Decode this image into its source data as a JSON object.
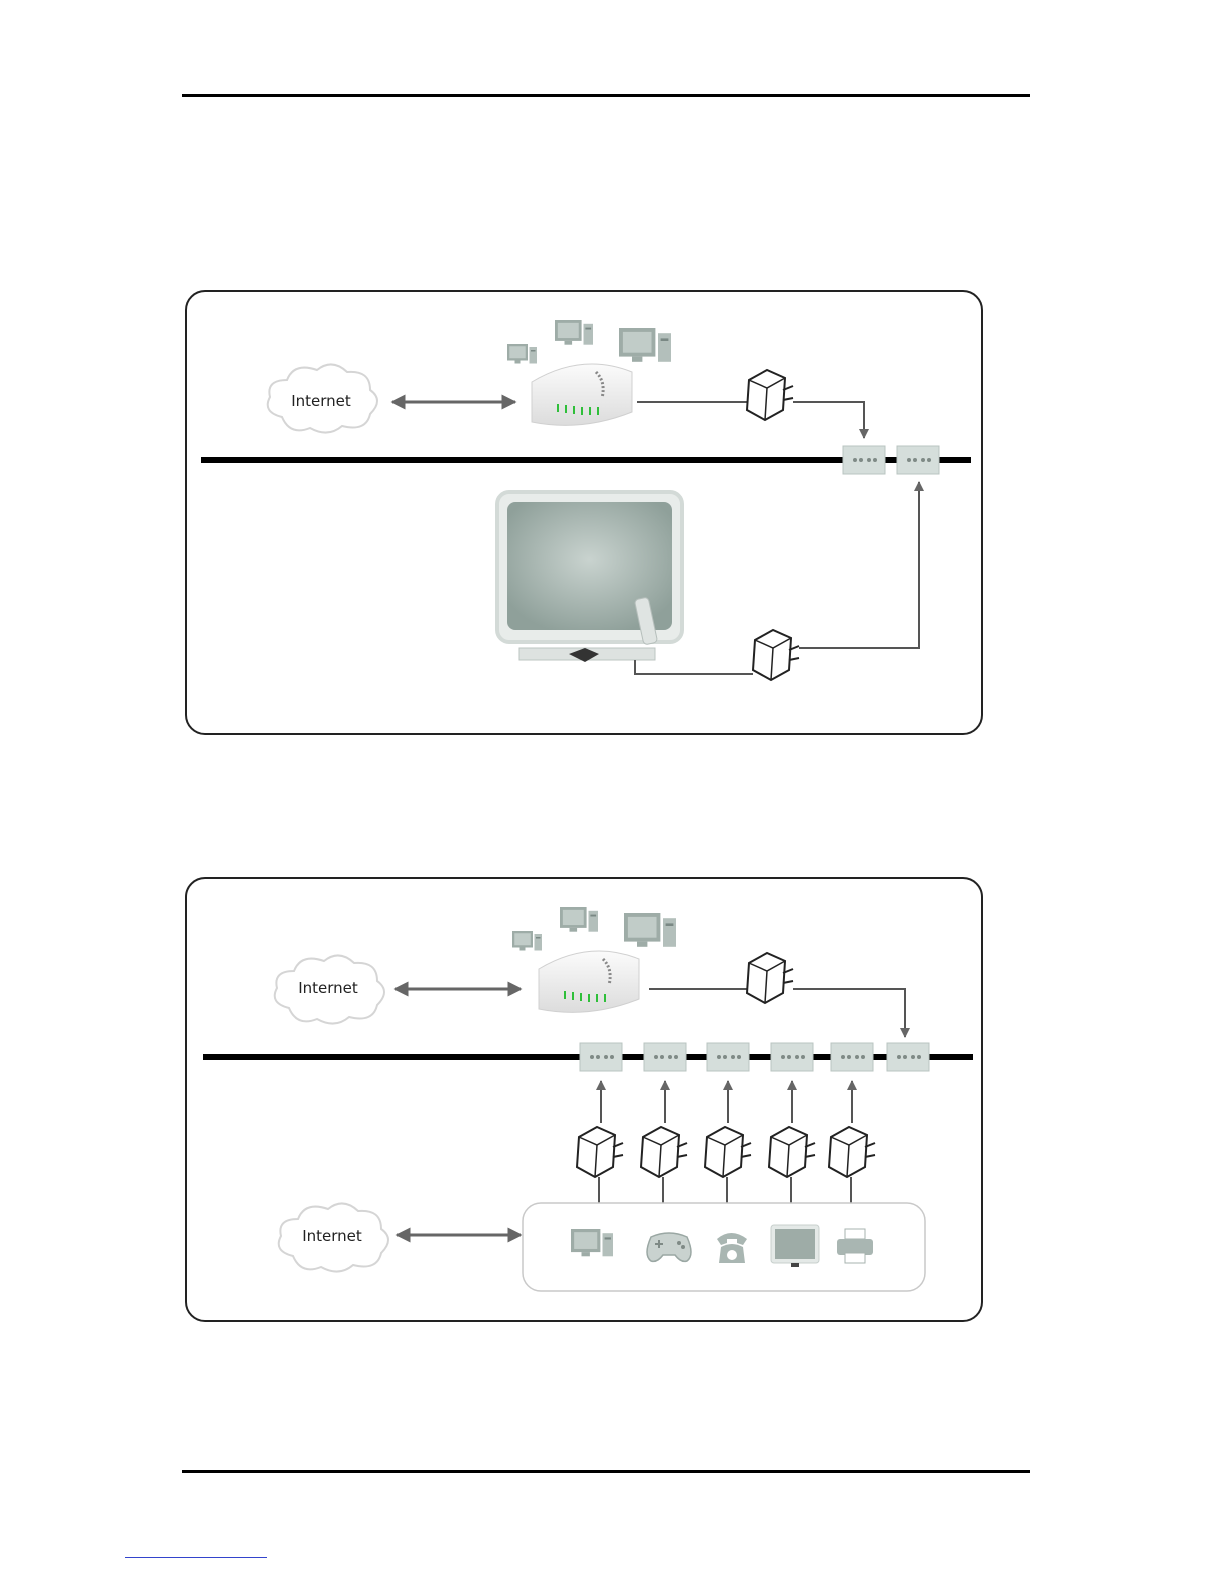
{
  "diagrams": [
    {
      "id": "diagram-1",
      "cloud_label": "Internet"
    },
    {
      "id": "diagram-2",
      "cloud_label_top": "Internet",
      "cloud_label_bottom": "Internet"
    }
  ],
  "icons": [
    "pc-icon",
    "router-icon",
    "powerline-adapter-icon",
    "wall-outlet-icon",
    "tv-icon",
    "gamepad-icon",
    "phone-icon",
    "printer-icon",
    "cloud-icon"
  ]
}
